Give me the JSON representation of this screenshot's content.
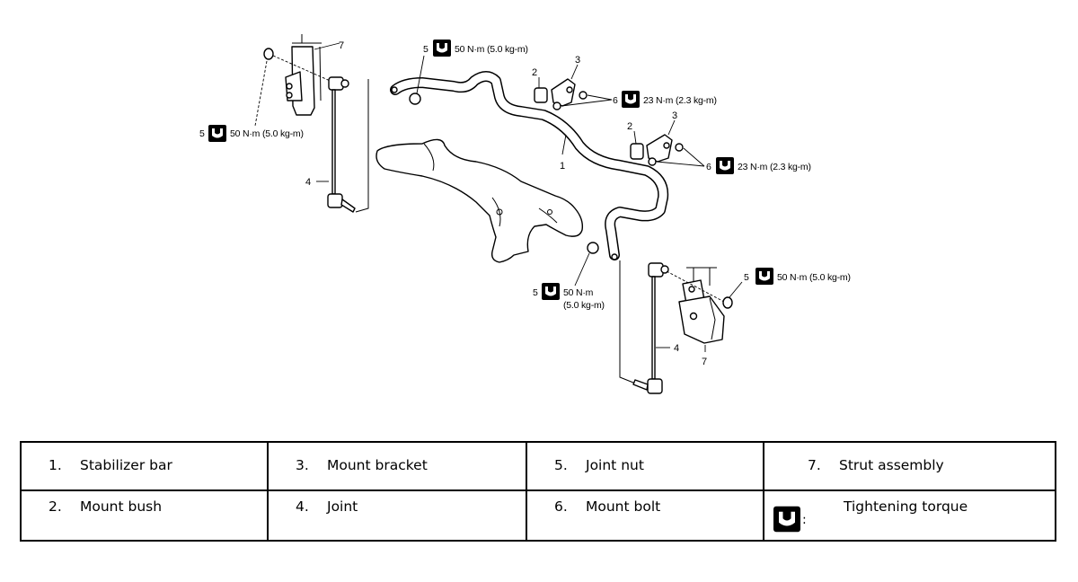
{
  "diagram": {
    "callouts": {
      "c1": "1",
      "c2a": "2",
      "c2b": "2",
      "c3a": "3",
      "c3b": "3",
      "c4a": "4",
      "c4b": "4",
      "c7a": "7",
      "c7b": "7"
    },
    "torque": {
      "t_top_num": "5",
      "t_top_val": "50 N·m (5.0 kg-m)",
      "t_left_num": "5",
      "t_left_val": "50 N·m (5.0 kg-m)",
      "t_br1_num": "6",
      "t_br1_val": "23 N·m (2.3 kg-m)",
      "t_br2_num": "6",
      "t_br2_val": "23 N·m (2.3 kg-m)",
      "t_mid_num": "5",
      "t_mid_val1": "50 N·m",
      "t_mid_val2": "(5.0 kg-m)",
      "t_right_num": "5",
      "t_right_val": "50 N·m (5.0 kg-m)"
    }
  },
  "legend": {
    "items": [
      {
        "num": "1.",
        "label": "Stabilizer bar"
      },
      {
        "num": "3.",
        "label": "Mount bracket"
      },
      {
        "num": "5.",
        "label": "Joint nut"
      },
      {
        "num": "7.",
        "label": "Strut assembly"
      },
      {
        "num": "2.",
        "label": "Mount bush"
      },
      {
        "num": "4.",
        "label": "Joint"
      },
      {
        "num": "6.",
        "label": "Mount bolt"
      }
    ],
    "torque_colon": ":",
    "torque_label": "Tightening torque"
  }
}
